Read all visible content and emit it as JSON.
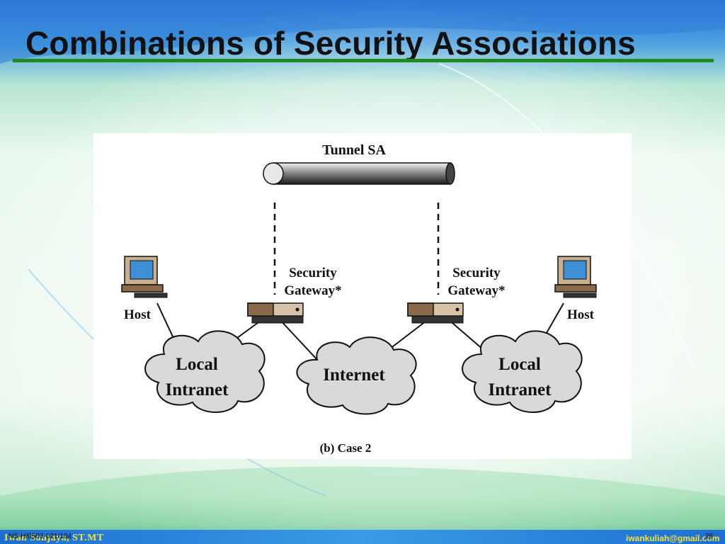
{
  "slide": {
    "title": "Combinations of Security Associations"
  },
  "diagram": {
    "tunnel_label": "Tunnel SA",
    "host_left_label": "Host",
    "host_right_label": "Host",
    "gateway_left_line1": "Security",
    "gateway_left_line2": "Gateway*",
    "gateway_right_line1": "Security",
    "gateway_right_line2": "Gateway*",
    "cloud_left_line1": "Local",
    "cloud_left_line2": "Intranet",
    "cloud_internet": "Internet",
    "cloud_right_line1": "Local",
    "cloud_right_line2": "Intranet",
    "caption": "(b) Case 2"
  },
  "footer": {
    "author": "Iwan Sonjaya, ST.MT",
    "course_code": "NS-H/0503-021/104",
    "email": "iwankuliah@gmail.com",
    "page_number": "28"
  },
  "colors": {
    "title_rule": "#1f8a1f",
    "footer_text": "#f4e23a",
    "cloud_fill": "#d9d9d9",
    "monitor_screen": "#3f8fd6"
  }
}
